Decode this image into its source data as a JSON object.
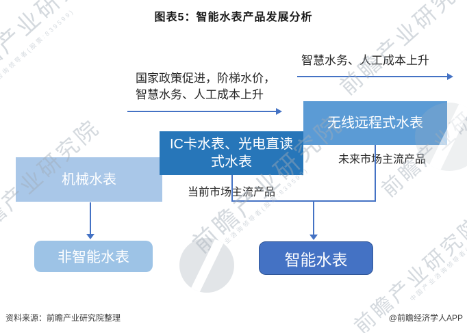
{
  "title": "图表5：智能水表产品发展分析",
  "colors": {
    "box_light": "#A9C7E8",
    "box_medium": "#2776B9",
    "box_sky": "#5B9BD5",
    "box_rounded_light": "#9DC3E6",
    "box_rounded_dark": "#4472C4",
    "box_rounded_border": "#2F5597",
    "connector": "#4472C4"
  },
  "diagram": {
    "drivers": {
      "stage2_line1": "国家政策促进，阶梯水价，",
      "stage2_line2": "智慧水务、人工成本上升",
      "stage3": "智慧水务、人工成本上升"
    },
    "stages": {
      "mechanical": {
        "label": "机械水表"
      },
      "ic_card": {
        "line1": "IC卡水表、光电直读",
        "line2": "式水表",
        "sublabel": "当前市场主流产品"
      },
      "wireless": {
        "label": "无线远程式水表",
        "sublabel": "未来市场主流产品"
      }
    },
    "outcomes": {
      "non_smart": {
        "label": "非智能水表"
      },
      "smart": {
        "label": "智能水表"
      }
    }
  },
  "watermark": {
    "main": "前瞻产业研究院",
    "sub": "中国产业咨询领导者(股票:839599)"
  },
  "footer": {
    "source": "资料来源：前瞻产业研究院整理",
    "credit": "@前瞻经济学人APP"
  }
}
